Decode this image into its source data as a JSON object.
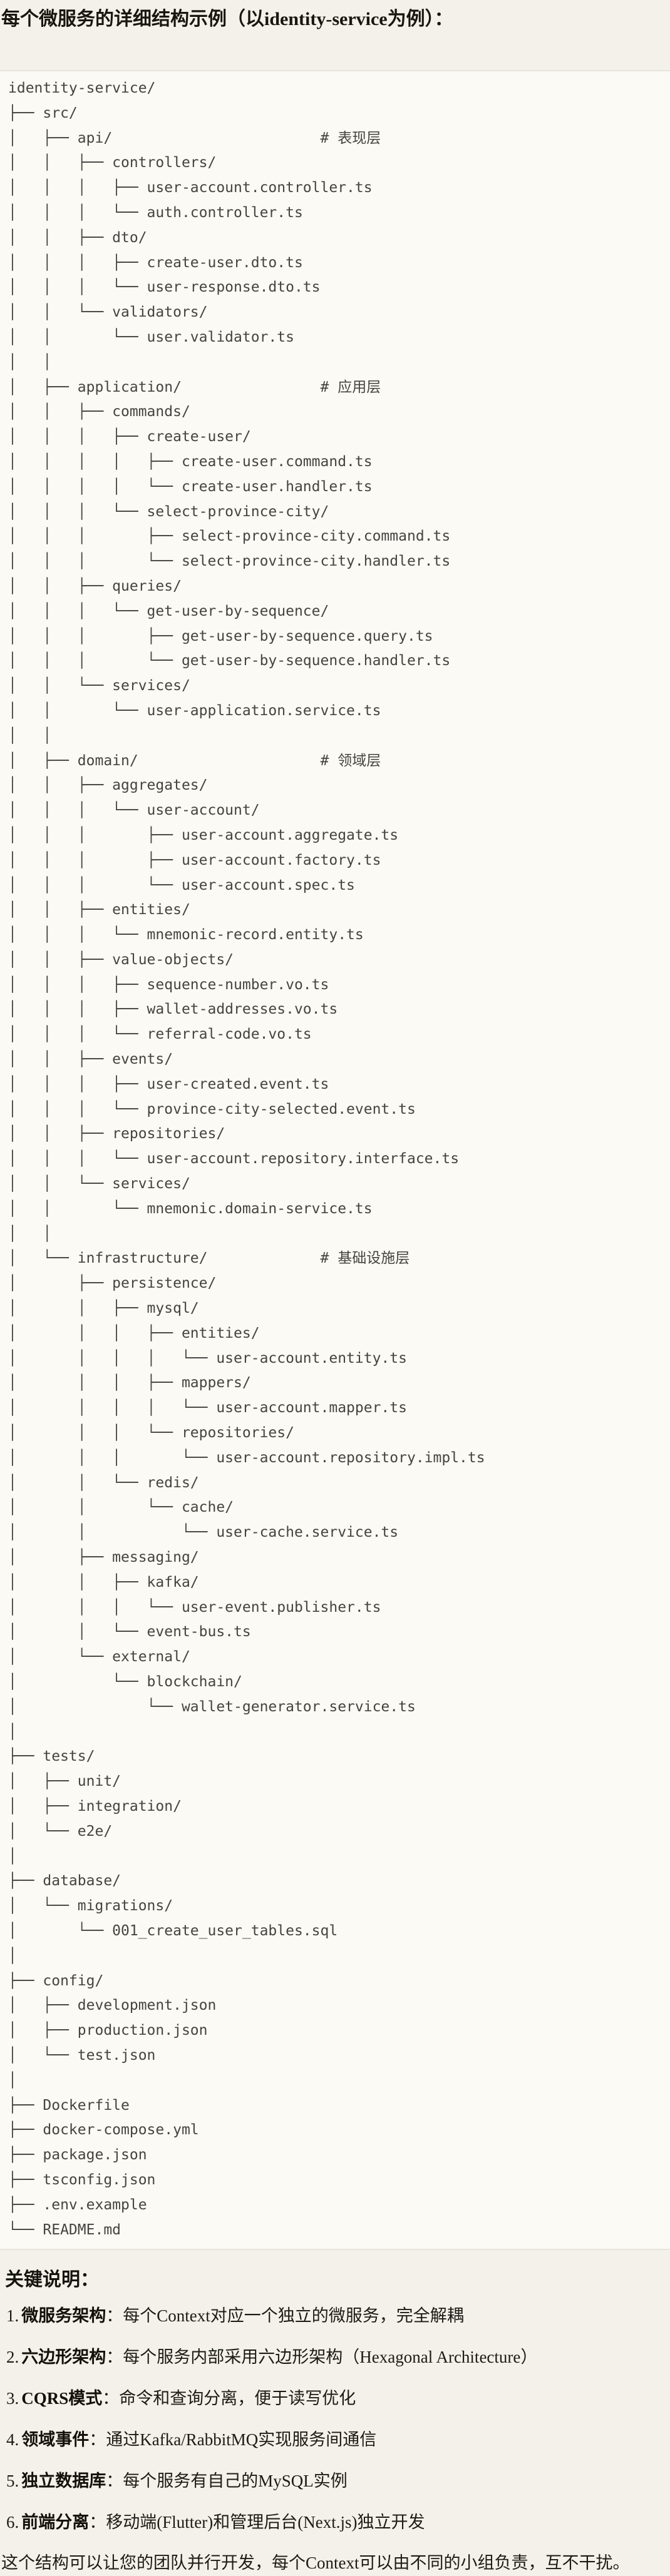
{
  "page": {
    "title": "每个微服务的详细结构示例（以identity-service为例）：",
    "background_color": "#f3f1ea",
    "code_background_color": "#fbfaf5",
    "divider_color": "#e7e5db",
    "code_text_color": "#45443f"
  },
  "code_block": {
    "language": "plaintext",
    "lines": [
      "identity-service/",
      "├── src/",
      "│   ├── api/                        # 表现层",
      "│   │   ├── controllers/",
      "│   │   │   ├── user-account.controller.ts",
      "│   │   │   └── auth.controller.ts",
      "│   │   ├── dto/",
      "│   │   │   ├── create-user.dto.ts",
      "│   │   │   └── user-response.dto.ts",
      "│   │   └── validators/",
      "│   │       └── user.validator.ts",
      "│   │",
      "│   ├── application/                # 应用层",
      "│   │   ├── commands/",
      "│   │   │   ├── create-user/",
      "│   │   │   │   ├── create-user.command.ts",
      "│   │   │   │   └── create-user.handler.ts",
      "│   │   │   └── select-province-city/",
      "│   │   │       ├── select-province-city.command.ts",
      "│   │   │       └── select-province-city.handler.ts",
      "│   │   ├── queries/",
      "│   │   │   └── get-user-by-sequence/",
      "│   │   │       ├── get-user-by-sequence.query.ts",
      "│   │   │       └── get-user-by-sequence.handler.ts",
      "│   │   └── services/",
      "│   │       └── user-application.service.ts",
      "│   │",
      "│   ├── domain/                     # 领域层",
      "│   │   ├── aggregates/",
      "│   │   │   └── user-account/",
      "│   │   │       ├── user-account.aggregate.ts",
      "│   │   │       ├── user-account.factory.ts",
      "│   │   │       └── user-account.spec.ts",
      "│   │   ├── entities/",
      "│   │   │   └── mnemonic-record.entity.ts",
      "│   │   ├── value-objects/",
      "│   │   │   ├── sequence-number.vo.ts",
      "│   │   │   ├── wallet-addresses.vo.ts",
      "│   │   │   └── referral-code.vo.ts",
      "│   │   ├── events/",
      "│   │   │   ├── user-created.event.ts",
      "│   │   │   └── province-city-selected.event.ts",
      "│   │   ├── repositories/",
      "│   │   │   └── user-account.repository.interface.ts",
      "│   │   └── services/",
      "│   │       └── mnemonic.domain-service.ts",
      "│   │",
      "│   └── infrastructure/             # 基础设施层",
      "│       ├── persistence/",
      "│       │   ├── mysql/",
      "│       │   │   ├── entities/",
      "│       │   │   │   └── user-account.entity.ts",
      "│       │   │   ├── mappers/",
      "│       │   │   │   └── user-account.mapper.ts",
      "│       │   │   └── repositories/",
      "│       │   │       └── user-account.repository.impl.ts",
      "│       │   └── redis/",
      "│       │       └── cache/",
      "│       │           └── user-cache.service.ts",
      "│       ├── messaging/",
      "│       │   ├── kafka/",
      "│       │   │   └── user-event.publisher.ts",
      "│       │   └── event-bus.ts",
      "│       └── external/",
      "│           └── blockchain/",
      "│               └── wallet-generator.service.ts",
      "│",
      "├── tests/",
      "│   ├── unit/",
      "│   ├── integration/",
      "│   └── e2e/",
      "│",
      "├── database/",
      "│   └── migrations/",
      "│       └── 001_create_user_tables.sql",
      "│",
      "├── config/",
      "│   ├── development.json",
      "│   ├── production.json",
      "│   └── test.json",
      "│",
      "├── Dockerfile",
      "├── docker-compose.yml",
      "├── package.json",
      "├── tsconfig.json",
      "├── .env.example",
      "└── README.md"
    ]
  },
  "notes": {
    "heading": "关键说明：",
    "items": [
      {
        "num": "1.",
        "label": "微服务架构",
        "text": "：每个Context对应一个独立的微服务，完全解耦"
      },
      {
        "num": "2.",
        "label": "六边形架构",
        "text": "：每个服务内部采用六边形架构（Hexagonal Architecture）"
      },
      {
        "num": "3.",
        "label": "CQRS模式",
        "text": "：命令和查询分离，便于读写优化"
      },
      {
        "num": "4.",
        "label": "领域事件",
        "text": "：通过Kafka/RabbitMQ实现服务间通信"
      },
      {
        "num": "5.",
        "label": "独立数据库",
        "text": "：每个服务有自己的MySQL实例"
      },
      {
        "num": "6.",
        "label": "前端分离",
        "text": "：移动端(Flutter)和管理后台(Next.js)独立开发"
      }
    ],
    "footer": "这个结构可以让您的团队并行开发，每个Context可以由不同的小组负责，互不干扰。"
  }
}
